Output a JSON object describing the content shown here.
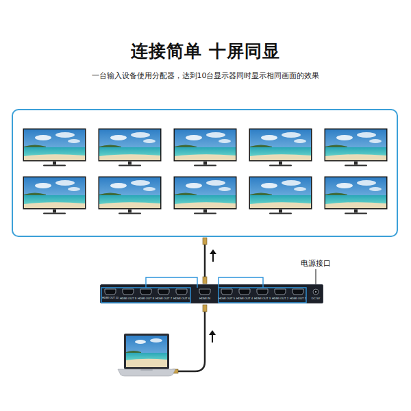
{
  "diagram": {
    "title": "连接简单 十屏同显",
    "caption": "一台输入设备使用分配器，达到10台显示器同时显示相同画面的效果",
    "nodes": [
      {
        "text": [
          "HDMI OUT 10",
          "HDMI OUT 9",
          "HDMI OUT 8",
          "HDMI OUT 7",
          "HDMI OUT 6",
          "HDMI IN",
          "HDMI OUT 5",
          "HDMI OUT 4",
          "HDMI OUT 3",
          "HDMI OUT 2",
          "HDMI OUT 1",
          "DC 5V"
        ]
      }
    ],
    "labels": [
      "电源接口"
    ]
  }
}
